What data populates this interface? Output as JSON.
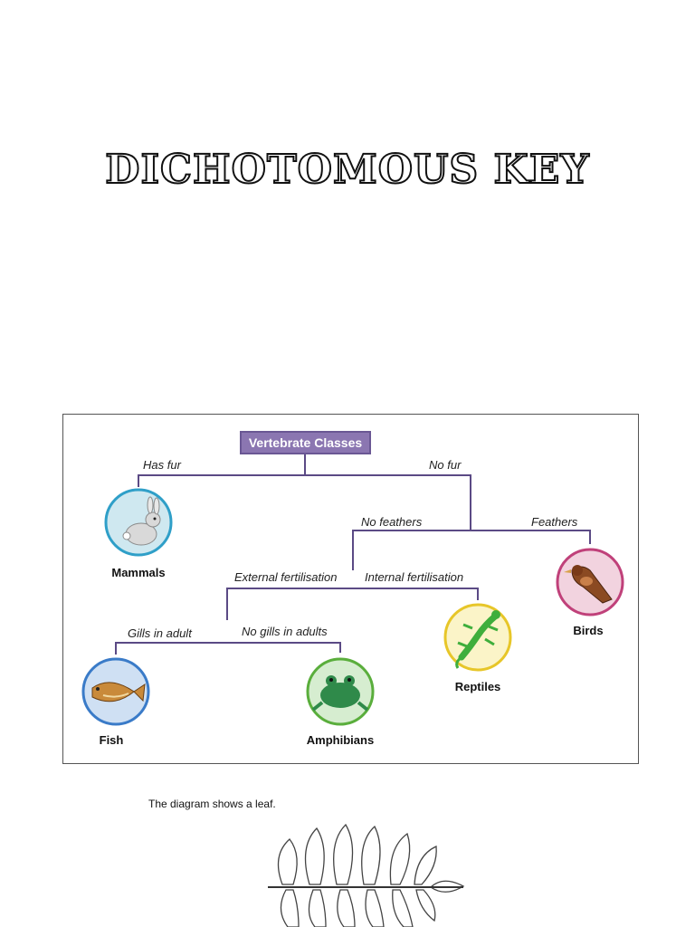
{
  "title": "Dichotomous Key",
  "key": {
    "root": "Vertebrate Classes",
    "branches": {
      "has_fur": "Has fur",
      "no_fur": "No fur",
      "no_feathers": "No feathers",
      "feathers": "Feathers",
      "external": "External fertilisation",
      "internal": "Internal fertilisation",
      "gills": "Gills in adult",
      "no_gills": "No gills in adults"
    },
    "classes": {
      "mammals": {
        "label": "Mammals",
        "icon": "rabbit-icon",
        "color": "#cfe8f0",
        "ring": "#2f9fc8"
      },
      "birds": {
        "label": "Birds",
        "icon": "bird-icon",
        "color": "#f2d3df",
        "ring": "#c0417a"
      },
      "reptiles": {
        "label": "Reptiles",
        "icon": "lizard-icon",
        "color": "#fbf4c8",
        "ring": "#e7c629"
      },
      "fish": {
        "label": "Fish",
        "icon": "fish-icon",
        "color": "#cfe0f3",
        "ring": "#3a7bc8"
      },
      "amphibians": {
        "label": "Amphibians",
        "icon": "frog-icon",
        "color": "#d6edd0",
        "ring": "#5aae3c"
      }
    },
    "line_color": "#5b4a85"
  },
  "caption": "The diagram shows a leaf."
}
